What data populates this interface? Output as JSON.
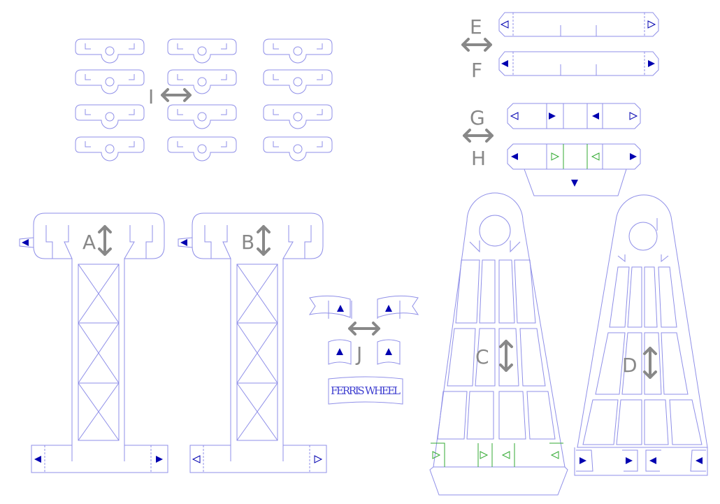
{
  "title": "Ferris wheel papercraft template",
  "labels": {
    "A": "A",
    "B": "B",
    "C": "C",
    "D": "D",
    "E": "E",
    "F": "F",
    "G": "G",
    "H": "H",
    "I": "I",
    "J": "J"
  },
  "banner_text": "FERRIS WHEEL",
  "colors": {
    "cut_line": "#8f8fe8",
    "marker": "#0000b0",
    "glue_marker": "#33aa33",
    "label": "#888888"
  }
}
